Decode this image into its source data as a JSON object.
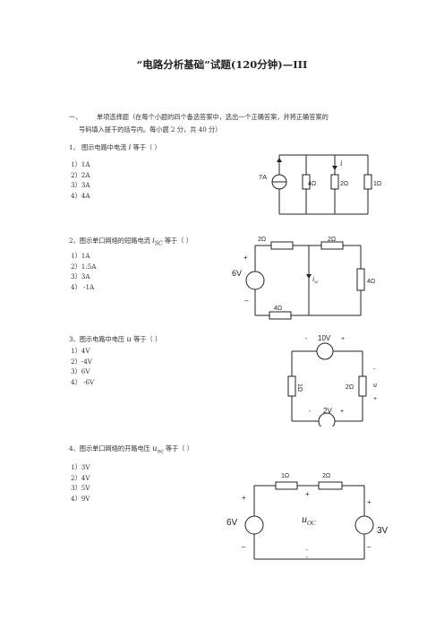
{
  "title": "“电路分析基础”试题(120分钟)—III",
  "section": {
    "num": "一、",
    "line1": "单项选择题（在每个小题的四个备选答案中，选出一个正确答案，并将正确答案的",
    "line2": "号码填入提干的括号内。每小题 2 分，共 40 分）"
  },
  "questions": [
    {
      "prefix": "1、 图示电路中电流",
      "var": "i",
      "suffix": "等于（     ）",
      "options": [
        "1）1A",
        "2）2A",
        "3）3A",
        "4）4A"
      ],
      "circuit": {
        "source": "7A",
        "r1": "4Ω",
        "r2": "2Ω",
        "r3": "1Ω",
        "current": "i"
      }
    },
    {
      "prefix": "2、图示单口网络的短路电流",
      "var": "i",
      "var_sub": "SC",
      "suffix": "等于（     ）",
      "options": [
        "1）1A",
        "2）1.5A",
        "3）3A",
        "4） -1A"
      ],
      "circuit": {
        "source": "6V",
        "plus": "+",
        "minus": "–",
        "r_top1": "2Ω",
        "r_top2": "2Ω",
        "r_right": "4Ω",
        "r_bottom": "4Ω",
        "current": "i",
        "current_sub": "sc"
      }
    },
    {
      "prefix": "3、图示电路中电压",
      "var": "u",
      "suffix": "等于（     ）",
      "options": [
        "1）4V",
        "2）-4V",
        "3）6V",
        "4） -6V"
      ],
      "circuit": {
        "top_source": "10V",
        "bottom_source": "2V",
        "r_left": "1Ω",
        "r_right": "2Ω",
        "plus": "+",
        "minus": "-",
        "voltage": "u"
      }
    },
    {
      "prefix": "4、图示单口网络的开路电压",
      "var": "u",
      "var_sub": "oc",
      "suffix": "等于（     ）",
      "options": [
        "1）3V",
        "2）4V",
        "3）5V",
        "4）9V"
      ],
      "circuit": {
        "left_source": "6V",
        "right_source": "3V",
        "r1": "1Ω",
        "r2": "2Ω",
        "plus": "+",
        "minus": "–",
        "minus_mid": "-",
        "voltage": "u",
        "voltage_sub": "OC"
      }
    }
  ]
}
